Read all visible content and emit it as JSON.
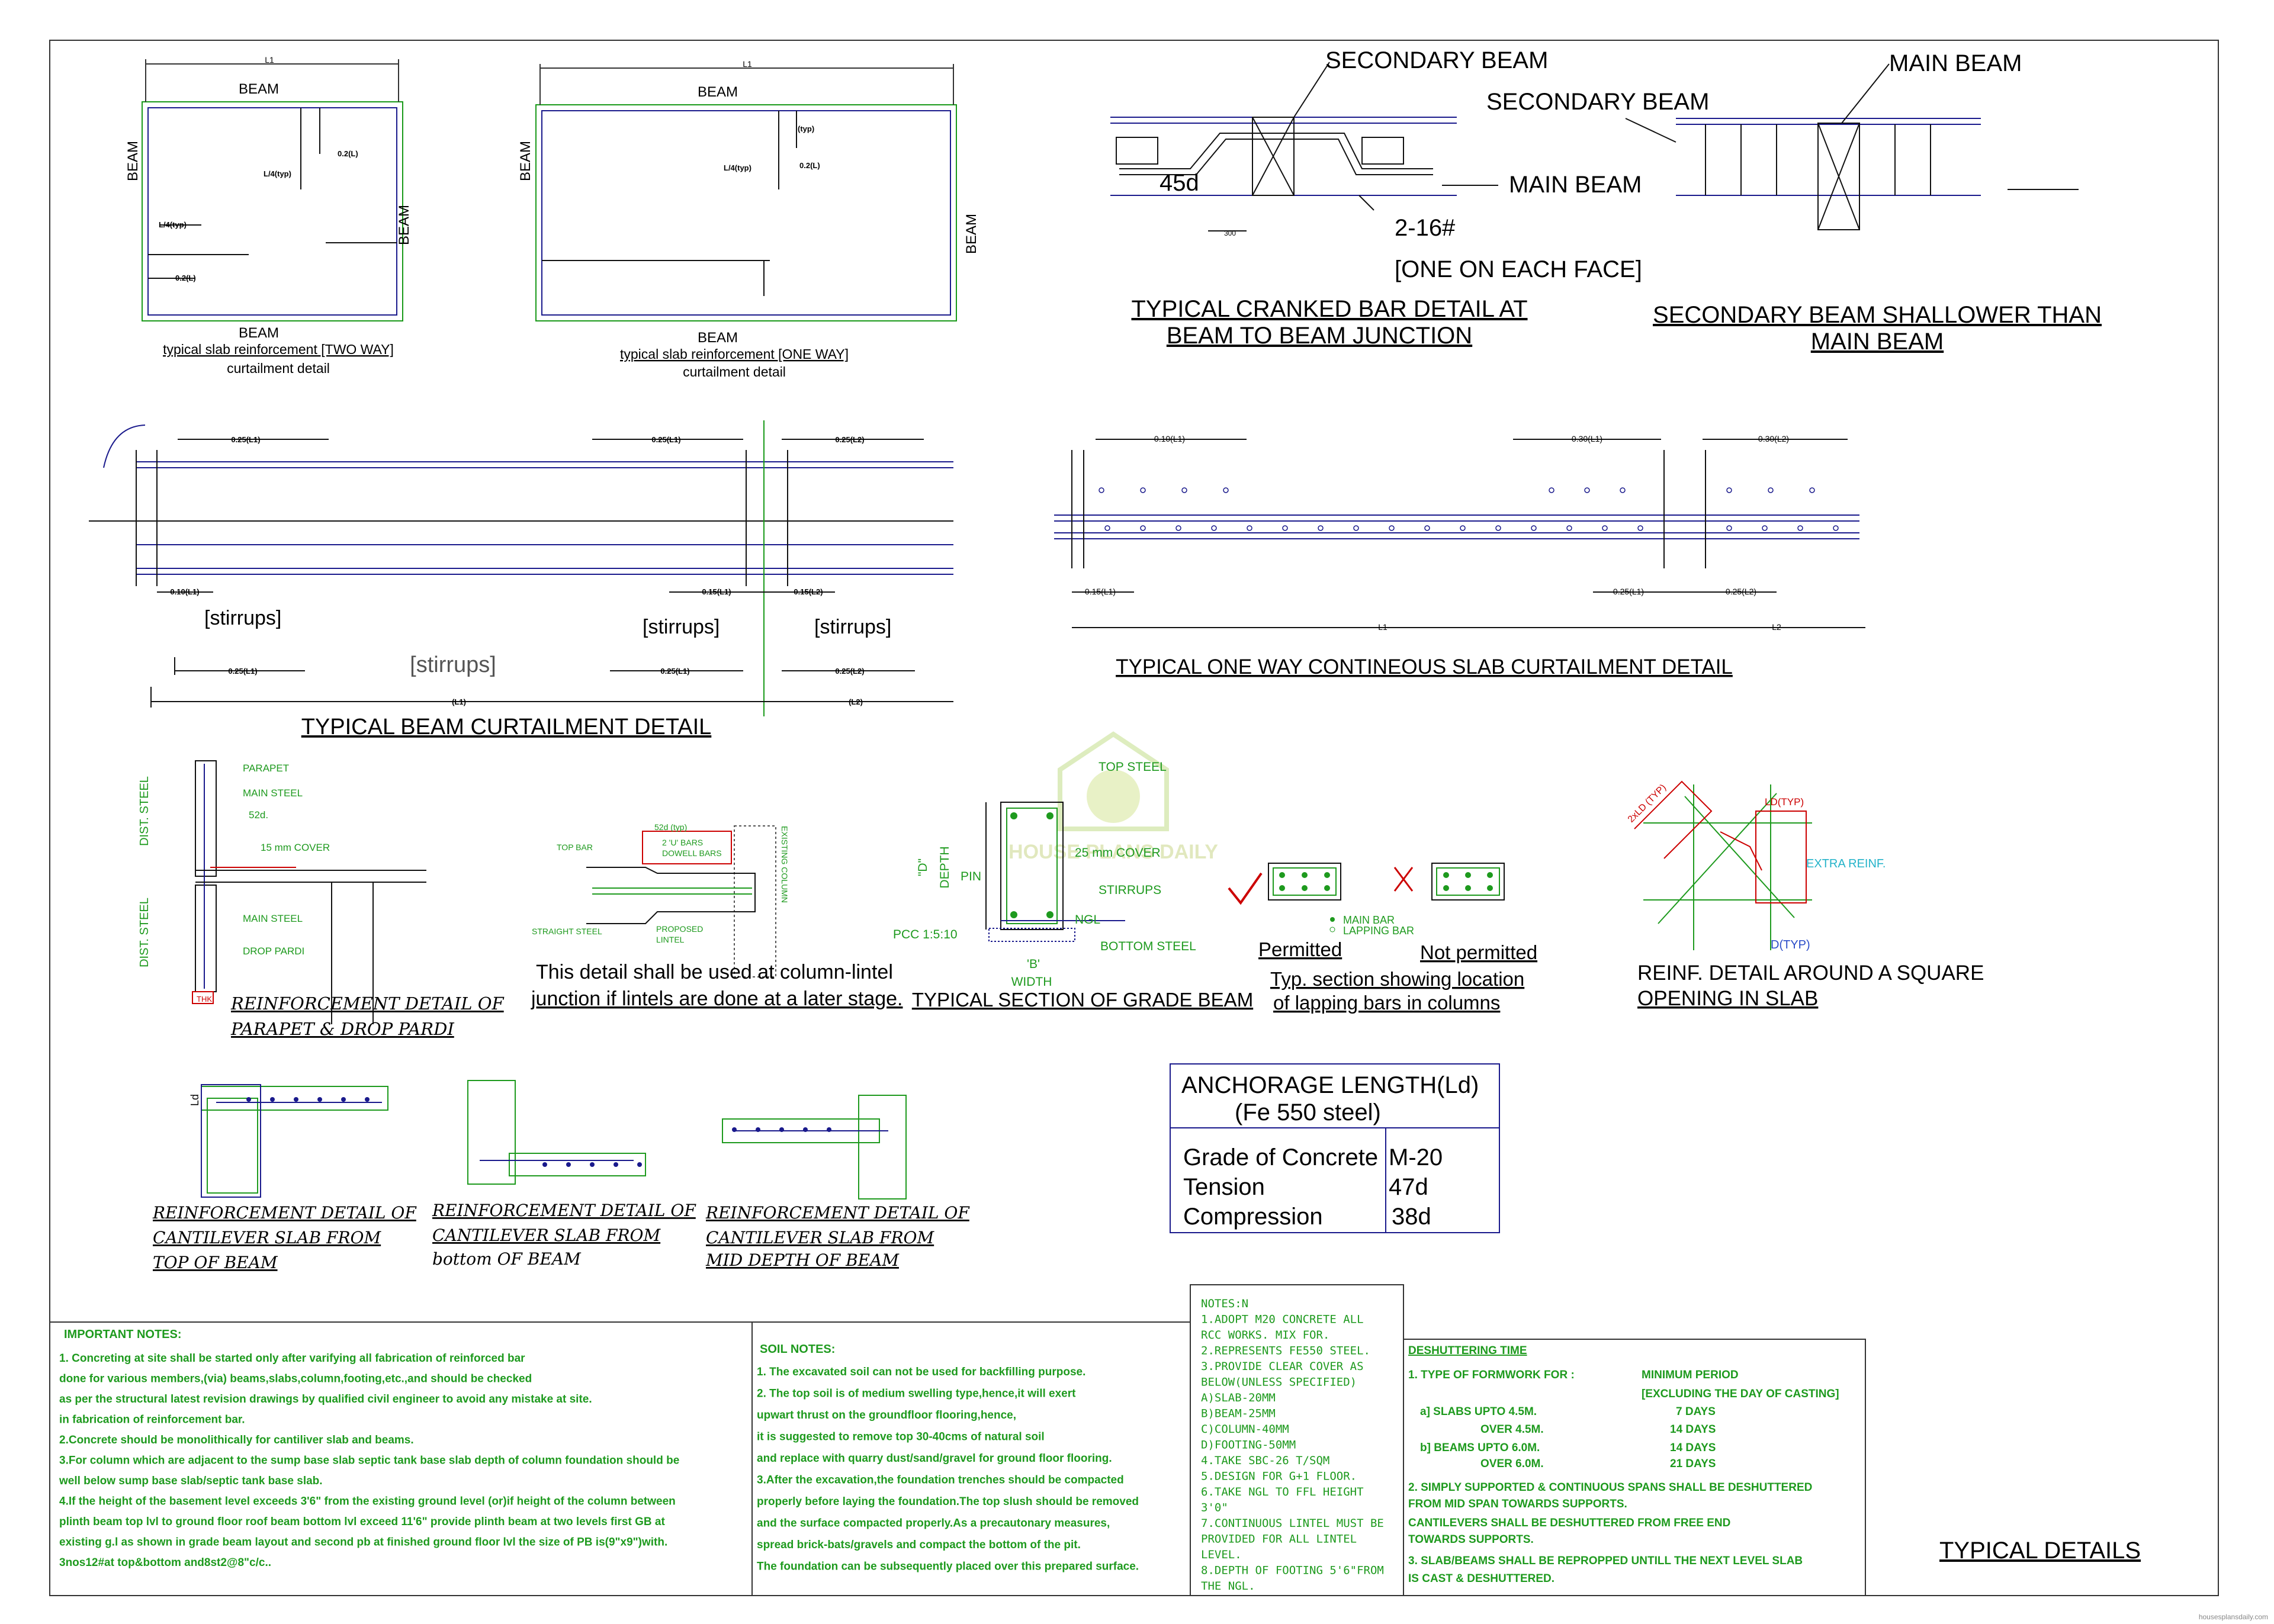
{
  "sheet": {
    "title": "TYPICAL  DETAILS",
    "watermark": "HOUSE PLANS DAILY",
    "footer_url": "housesplansdaily.com"
  },
  "slab_two_way": {
    "span_label": "L1",
    "beam_top": "BEAM",
    "beam_bottom": "BEAM",
    "beam_left": "BEAM",
    "beam_right": "BEAM",
    "dim_l4": "L/4(typ)",
    "dim_02_top": "0.2(L)",
    "dim_l4_left": "L/4(typ)",
    "dim_02_left": "0.2(L)",
    "caption_1": "typical slab reinforcement [TWO WAY]",
    "caption_2": "curtailment detail"
  },
  "slab_one_way": {
    "span_label": "L1",
    "beam_top": "BEAM",
    "beam_bottom": "BEAM",
    "beam_left": "BEAM",
    "beam_right": "BEAM",
    "dim_typ": "(typ)",
    "dim_l4": "L/4(typ)",
    "dim_02": "0.2(L)",
    "caption_1": "typical slab reinforcement [ONE WAY]",
    "caption_2": "curtailment detail"
  },
  "cranked": {
    "secondary": "SECONDARY BEAM",
    "main": "MAIN BEAM",
    "d45": "45d",
    "bars": "2-16#",
    "face": "[ONE ON EACH FACE]",
    "dim": "300",
    "title_1": "TYPICAL CRANKED BAR DETAIL AT",
    "title_2": "BEAM TO BEAM JUNCTION"
  },
  "shallower": {
    "main": "MAIN BEAM",
    "secondary": "SECONDARY BEAM",
    "title_1": "SECONDARY BEAM SHALLOWER THAN",
    "title_2": "MAIN BEAM"
  },
  "beam_curtail": {
    "d1": "0.25(L1)",
    "d2": "0.25(L1)",
    "d3": "0.25(L2)",
    "d4": "0.10(L1)",
    "d5": "0.15(L1)",
    "d6": "0.15(L2)",
    "stirrups_1": "[stirrups]",
    "stirrups_2": "[stirrups]",
    "stirrups_3": "[stirrups]",
    "stirrups_mid": "[stirrups]",
    "b1": "0.25(L1)",
    "b2": "0.25(L1)",
    "b3": "0.25(L2)",
    "l1": "(L1)",
    "l2": "(L2)",
    "title": "TYPICAL BEAM CURTAILMENT DETAIL"
  },
  "one_way_cont": {
    "d1": "0.10(L1)",
    "d2": "0.30(L1)",
    "d3": "0.30(L2)",
    "d4": "0.15(L1)",
    "d5": "0.25(L1)",
    "d6": "0.25(L2)",
    "l1": "L1",
    "l2": "L2",
    "title": "TYPICAL ONE WAY CONTINEOUS SLAB CURTAILMENT DETAIL"
  },
  "parapet": {
    "parapet": "PARAPET",
    "main_steel_1": "MAIN STEEL",
    "d52": "52d.",
    "cover": "15 mm COVER",
    "main_steel_2": "MAIN STEEL",
    "drop": "DROP PARDI",
    "dist_1": "DIST. STEEL",
    "dist_2": "DIST. STEEL",
    "thk": "THK",
    "title_1": "REINFORCEMENT DETAIL OF",
    "title_2": "PARAPET & DROP PARDI"
  },
  "lintel": {
    "top_bar": "TOP BAR",
    "d52": "52d (typ)",
    "u_bars": "2 'U' BARS",
    "dowell": "DOWELL BARS",
    "straight": "STRAIGHT STEEL",
    "proposed": "PROPOSED",
    "lintel": "LINTEL",
    "column": "EXISTING COLUMN",
    "note_1": "This detail shall be used at column-lintel",
    "note_2": "junction if lintels are done at a later stage."
  },
  "grade_beam": {
    "top": "TOP STEEL",
    "cover": "25 mm COVER",
    "stirrups": "STIRRUPS",
    "ngl": "NGL",
    "pin": "PIN",
    "depth": "DEPTH",
    "d": "\"D\"",
    "pcc": "PCC  1:5:10",
    "bottom": "BOTTOM STEEL",
    "b": "'B'",
    "width": "WIDTH",
    "title": "TYPICAL SECTION OF GRADE BEAM"
  },
  "lapping": {
    "permitted": "Permitted",
    "not_permitted": "Not  permitted",
    "main_bar": "MAIN  BAR",
    "lapping_bar": "LAPPING  BAR",
    "title_1": "Typ. section showing location",
    "title_2": "of lapping bars in columns"
  },
  "opening": {
    "ld_typ_1": "2xLD (TYP)",
    "ld_typ_2": "LD(TYP)",
    "extra": "EXTRA  REINF.",
    "d_typ": "D(TYP)",
    "title_1": "REINF. DETAIL AROUND A SQUARE",
    "title_2": "OPENING IN SLAB"
  },
  "anchorage": {
    "title_1": "ANCHORAGE LENGTH(Ld)",
    "title_2": "(Fe 550 steel)",
    "rows": [
      {
        "label": "Grade of Concrete",
        "value": "M-20"
      },
      {
        "label": "Tension",
        "value": "47d"
      },
      {
        "label": "Compression",
        "value": "38d"
      }
    ]
  },
  "cantilever": {
    "ld": "Ld",
    "top_1": "REINFORCEMENT DETAIL OF",
    "top_2": "CANTILEVER SLAB FROM",
    "top_3": "TOP OF BEAM",
    "bot_1": "REINFORCEMENT DETAIL OF",
    "bot_2": "CANTILEVER SLAB FROM",
    "bot_3": "bottom OF BEAM",
    "mid_1": "REINFORCEMENT DETAIL OF",
    "mid_2": "CANTILEVER SLAB FROM",
    "mid_3": "MID DEPTH OF BEAM"
  },
  "important_notes": {
    "title": "IMPORTANT NOTES:",
    "lines": [
      "1. Concreting at site shall be started only after varifying all fabrication of reinforced bar",
      "    done for various members,(via) beams,slabs,column,footing,etc.,and should be checked",
      "    as per the structural latest revision drawings by qualified civil engineer to avoid any mistake at site.",
      "    in fabrication of reinforcement bar.",
      "2.Concrete should be monolithically for cantiliver slab and beams.",
      "3.For column which are adjacent to the sump base slab septic tank base slab depth of column foundation should be",
      "   well below sump base slab/septic tank base slab.",
      "4.If the height of the basement level exceeds 3'6\" from the existing ground level (or)if height of the column between",
      "plinth beam top lvl to ground floor roof beam bottom lvl exceed 11'6\" provide plinth beam at two levels first GB at",
      "   existing g.l as shown in grade beam layout and second pb at finished ground floor lvl the size of PB is(9\"x9\")with.",
      "   3nos12#at top&bottom and8st2@8\"c/c.."
    ]
  },
  "soil_notes": {
    "title": "SOIL NOTES:",
    "lines": [
      "1. The excavated soil can not be used for backfilling purpose.",
      "2. The top soil is of medium swelling type,hence,it will exert",
      "    upwart thrust on the groundfloor flooring,hence,",
      "    it is suggested to remove top 30-40cms of natural soil",
      "    and replace with quarry dust/sand/gravel for ground floor flooring.",
      "3.After the excavation,the foundation trenches should be compacted",
      "  properly before laying the foundation.The top slush should be removed",
      "  and the surface compacted properly.As a precautonary measures,",
      "  spread brick-bats/gravels and compact the bottom of the pit.",
      "  The foundation can be subsequently placed over this prepared surface."
    ]
  },
  "notes_n": {
    "lines": [
      "NOTES:N",
      "1.ADOPT M20 CONCRETE   ALL",
      "RCC WORKS. MIX FOR.",
      "2.REPRESENTS FE550 STEEL.",
      "3.PROVIDE CLEAR COVER AS",
      "BELOW(UNLESS SPECIFIED)",
      "A)SLAB-20MM",
      "B)BEAM-25MM",
      "C)COLUMN-40MM",
      "D)FOOTING-50MM",
      "4.TAKE SBC-26 T/SQM",
      "5.DESIGN FOR G+1 FLOOR.",
      "6.TAKE NGL TO FFL HEIGHT",
      "3'0\"",
      "7.CONTINUOUS LINTEL MUST BE",
      "PROVIDED FOR ALL LINTEL",
      "LEVEL.",
      "8.DEPTH OF FOOTING 5'6\"FROM",
      "THE NGL."
    ]
  },
  "deshuttering": {
    "title": "DESHUTTERING TIME",
    "h1": "1. TYPE OF FORMWORK FOR :",
    "h2": "MINIMUM PERIOD",
    "h3": "[EXCLUDING THE DAY OF CASTING]",
    "rows": [
      {
        "label": "a] SLABS UPTO 4.5M.",
        "value": "7 DAYS"
      },
      {
        "label": "OVER 4.5M.",
        "value": "14 DAYS"
      },
      {
        "label": "b] BEAMS UPTO 6.0M.",
        "value": "14 DAYS"
      },
      {
        "label": "OVER 6.0M.",
        "value": "21 DAYS"
      }
    ],
    "n2_1": "2. SIMPLY SUPPORTED & CONTINUOUS SPANS SHALL BE DESHUTTERED",
    "n2_2": "    FROM MID SPAN TOWARDS SUPPORTS.",
    "n2_3": "    CANTILEVERS SHALL BE DESHUTTERED FROM FREE END",
    "n2_4": "    TOWARDS SUPPORTS.",
    "n3_1": "3. SLAB/BEAMS SHALL BE REPROPPED UNTILL THE NEXT LEVEL SLAB",
    "n3_2": "    IS CAST & DESHUTTERED."
  }
}
